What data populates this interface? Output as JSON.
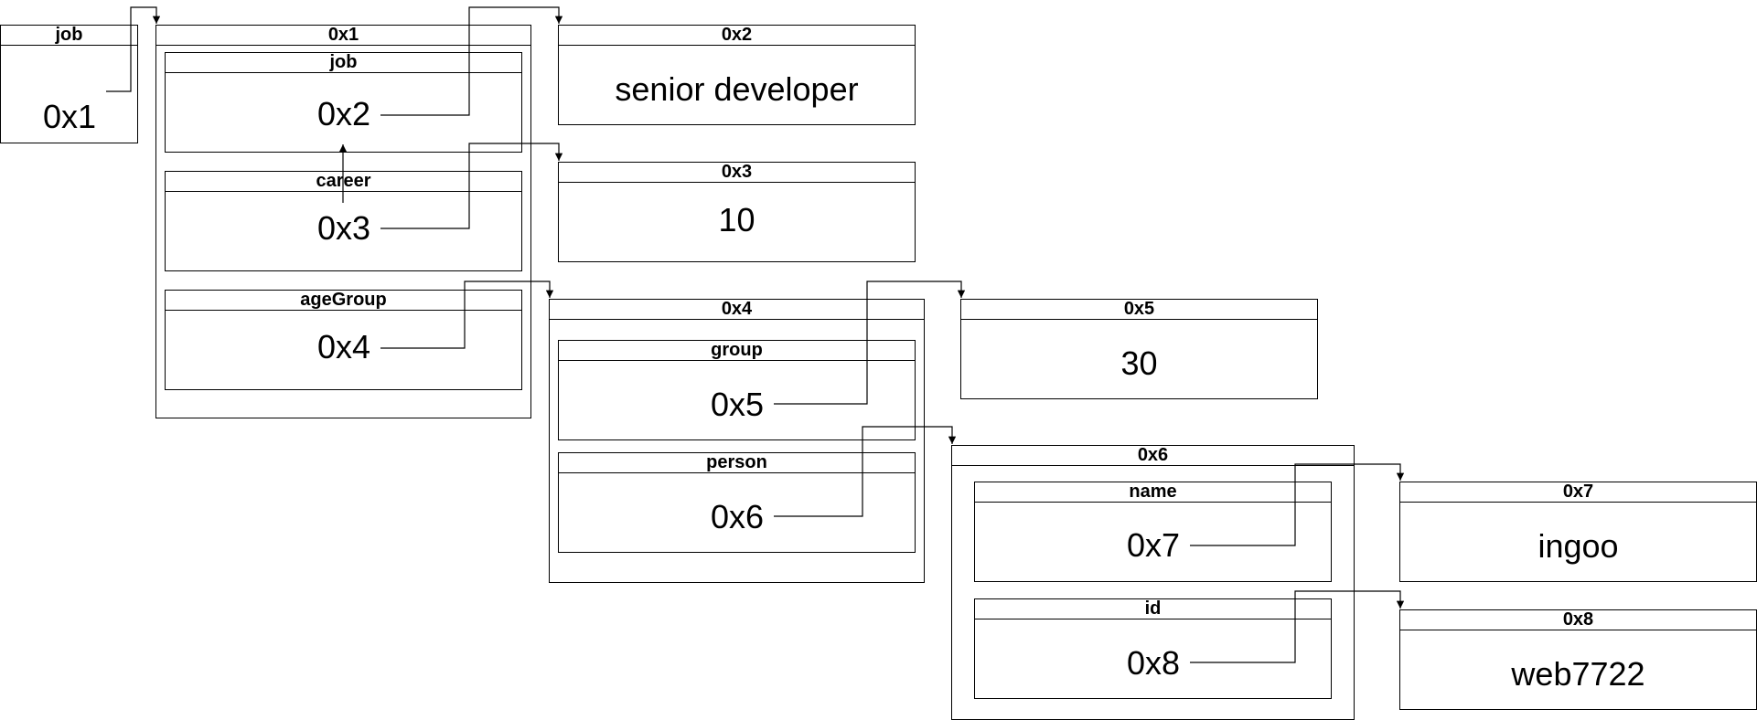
{
  "variable": {
    "name": "job",
    "value": "0x1"
  },
  "objects": {
    "o1": {
      "address": "0x1",
      "fields": [
        {
          "name": "job",
          "value": "0x2"
        },
        {
          "name": "career",
          "value": "0x3"
        },
        {
          "name": "ageGroup",
          "value": "0x4"
        }
      ]
    },
    "o2": {
      "address": "0x2",
      "value": "senior developer"
    },
    "o3": {
      "address": "0x3",
      "value": "10"
    },
    "o4": {
      "address": "0x4",
      "fields": [
        {
          "name": "group",
          "value": "0x5"
        },
        {
          "name": "person",
          "value": "0x6"
        }
      ]
    },
    "o5": {
      "address": "0x5",
      "value": "30"
    },
    "o6": {
      "address": "0x6",
      "fields": [
        {
          "name": "name",
          "value": "0x7"
        },
        {
          "name": "id",
          "value": "0x8"
        }
      ]
    },
    "o7": {
      "address": "0x7",
      "value": "ingoo"
    },
    "o8": {
      "address": "0x8",
      "value": "web7722"
    }
  }
}
